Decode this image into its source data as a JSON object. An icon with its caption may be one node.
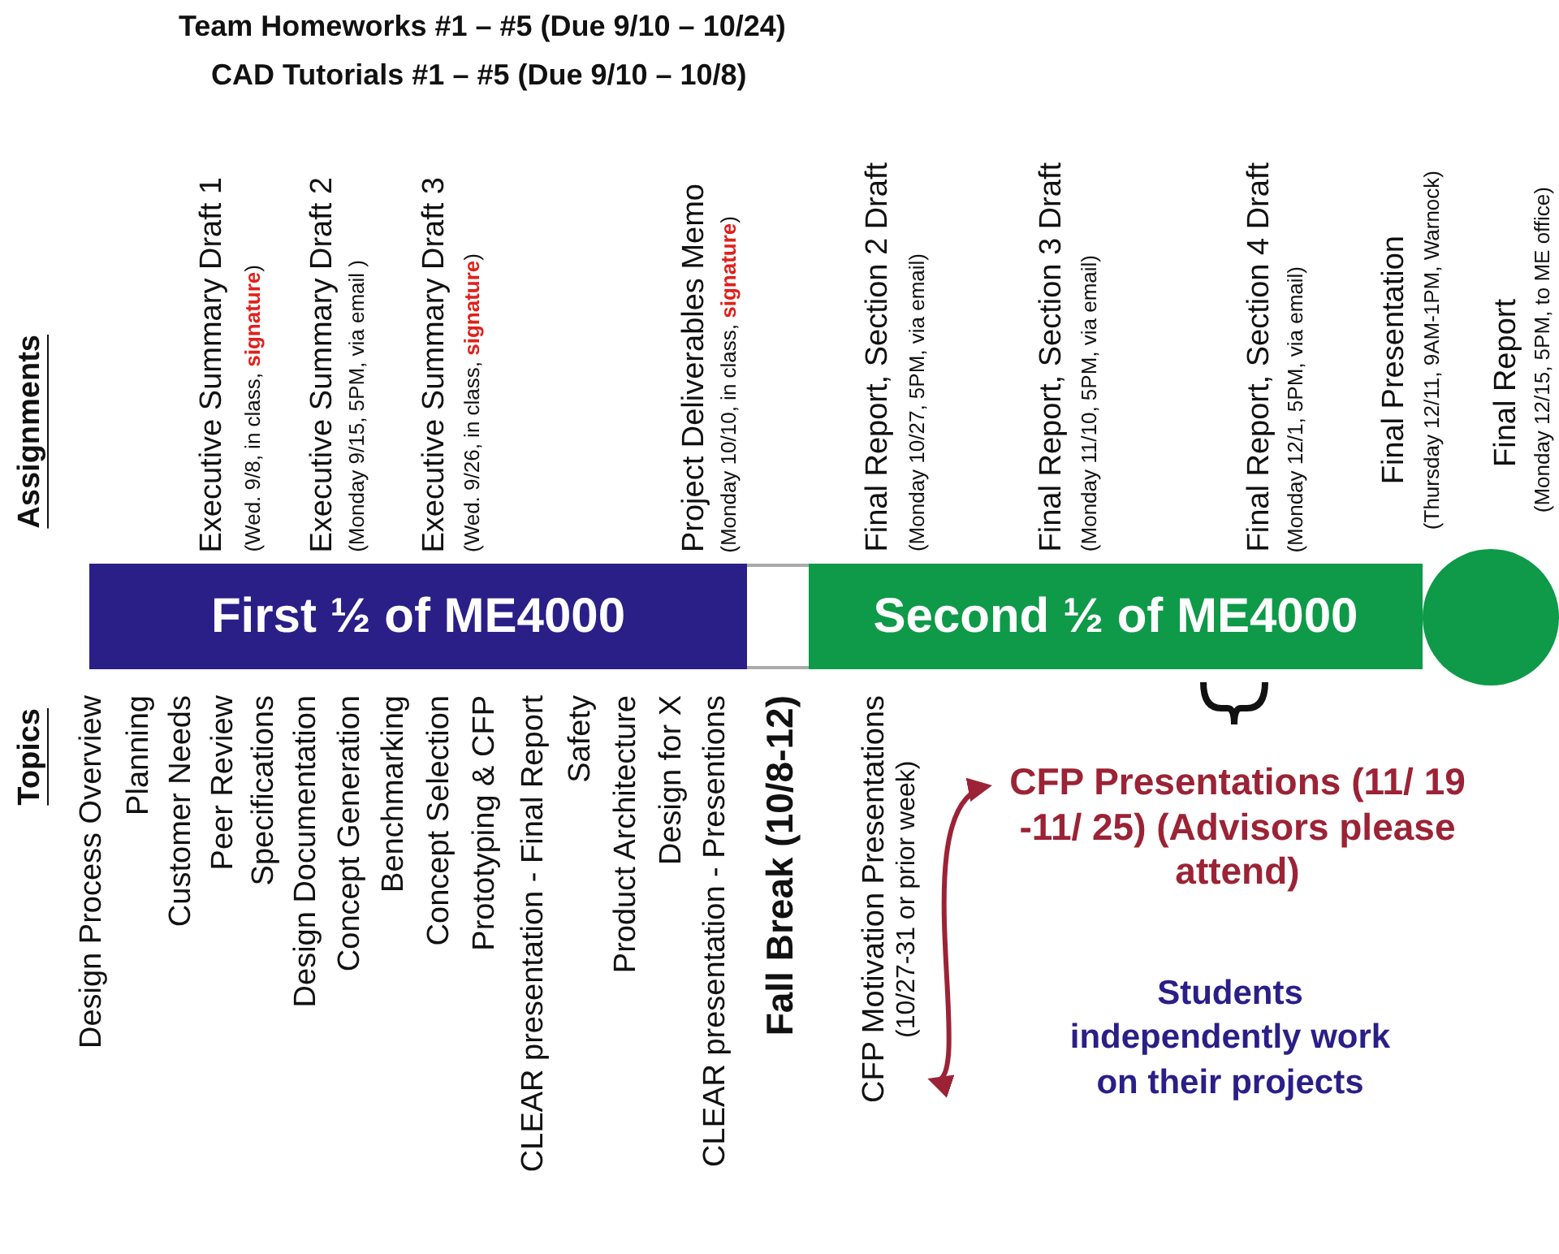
{
  "diagram": {
    "nodes": [
      {
        "text": [
          "First ½ of ME4000"
        ]
      },
      {
        "text": [],
        "shape": "box"
      },
      {
        "text": [
          "Second ½ of ME4000"
        ]
      },
      {
        "text": [],
        "shape": "circle"
      },
      {
        "text": [
          "CFP Motivation Presentations",
          "(10/27-31 or prior week)"
        ]
      },
      {
        "text": [
          "CFP Presentations (11/ 19 -11/ 25) (Advisors please attend)"
        ]
      }
    ],
    "edges": [
      {
        "from": 4,
        "to": 5,
        "arrow": "both",
        "color": "#9b2335"
      }
    ],
    "labels": [
      "Team Homeworks #1 – #5 (Due 9/10 – 10/24)",
      "CAD Tutorials #1 – #5 (Due 9/10 – 10/8)",
      "Assignments",
      "Executive Summary Draft 1",
      "(Wed. 9/8, in class, **signature**)",
      "Executive Summary Draft 2",
      "(Monday 9/15, 5PM, via email )",
      "Executive Summary Draft 3",
      "(Wed. 9/26, in class, **signature**)",
      "Project Deliverables Memo",
      "(Monday 10/10, in class, **signature**)",
      "Final Report, Section 2 Draft",
      "(Monday 10/27, 5PM, via email)",
      "Final Report, Section 3 Draft",
      "(Monday 11/10, 5PM, via email)",
      "Final Report, Section 4 Draft",
      "(Monday 12/1, 5PM, via email)",
      "Final Presentation",
      "(Thursday 12/11, 9AM-1PM, Warnock)",
      "Final Report",
      "(Monday 12/15, 5PM, to ME office)",
      "Topics",
      "Design Process Overview",
      "Planning",
      "Customer Needs",
      "Peer Review",
      "Specifications",
      "Design Documentation",
      "Concept Generation",
      "Benchmarking",
      "Concept Selection",
      "Prototyping & CFP",
      "CLEAR presentation - Final Report",
      "Safety",
      "Product Architecture",
      "Design for X",
      "CLEAR presentation - Presentions",
      "Fall Break (10/8-12)",
      "Students independently work on their projects"
    ]
  }
}
